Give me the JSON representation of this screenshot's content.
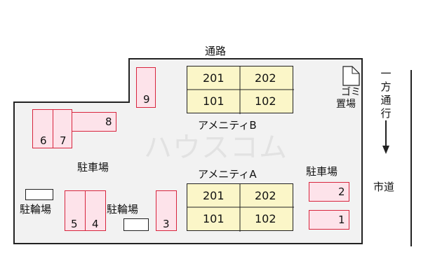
{
  "labels": {
    "road_top": "通路",
    "parking_main": "駐車場",
    "parking_right": "駐車場",
    "bike_left": "駐輪場",
    "bike_center": "駐輪場",
    "amenity_b": "アメニティB",
    "amenity_a": "アメニティA",
    "garbage_1": "ゴミ",
    "garbage_2": "置場",
    "city_road": "市道",
    "one_way_chars": [
      "一",
      "方",
      "通",
      "行"
    ]
  },
  "building_b": {
    "units": [
      "201",
      "202",
      "101",
      "102"
    ]
  },
  "building_a": {
    "units": [
      "201",
      "202",
      "101",
      "102"
    ]
  },
  "parking_spaces": [
    "1",
    "2",
    "3",
    "4",
    "5",
    "6",
    "7",
    "8",
    "9"
  ],
  "watermark": "ハウスコム",
  "colors": {
    "space_fill": "#fde3ea",
    "space_border": "#d8253e",
    "building_fill": "#fbf6c8",
    "lot_fill": "#f2f2f2"
  }
}
